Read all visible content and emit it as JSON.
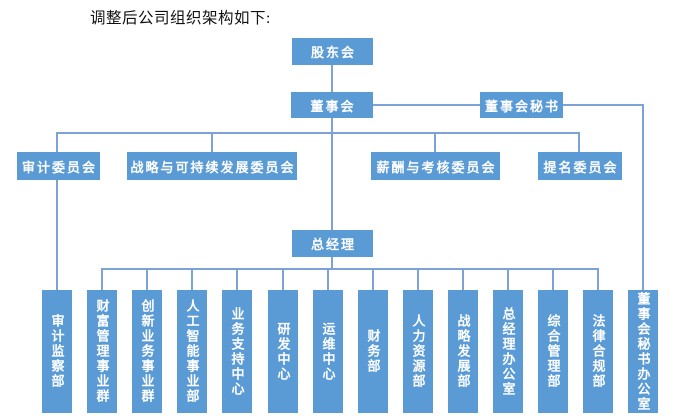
{
  "title": "调整后公司组织架构如下:",
  "diagram_type": "org-chart",
  "colors": {
    "box_fill": "#5b9bd5",
    "box_text": "#ffffff",
    "connector": "#7da3d6"
  },
  "nodes": {
    "shareholders": {
      "label": "股东会"
    },
    "board": {
      "label": "董事会"
    },
    "board_secretary": {
      "label": "董事会秘书"
    },
    "audit_committee": {
      "label": "审计委员会"
    },
    "strategy_committee": {
      "label": "战略与可持续发展委员会"
    },
    "compensation_committee": {
      "label": "薪酬与考核委员会"
    },
    "nomination_committee": {
      "label": "提名委员会"
    },
    "general_manager": {
      "label": "总经理"
    }
  },
  "departments": [
    {
      "label": "审计监察部",
      "parent": "审计委员会"
    },
    {
      "label": "财富管理事业群",
      "parent": "总经理"
    },
    {
      "label": "创新业务事业群",
      "parent": "总经理"
    },
    {
      "label": "人工智能事业部",
      "parent": "总经理"
    },
    {
      "label": "业务支持中心",
      "parent": "总经理"
    },
    {
      "label": "研发中心",
      "parent": "总经理"
    },
    {
      "label": "运维中心",
      "parent": "总经理"
    },
    {
      "label": "财务部",
      "parent": "总经理"
    },
    {
      "label": "人力资源部",
      "parent": "总经理"
    },
    {
      "label": "战略发展部",
      "parent": "总经理"
    },
    {
      "label": "总经理办公室",
      "parent": "总经理"
    },
    {
      "label": "综合管理部",
      "parent": "总经理"
    },
    {
      "label": "法律合规部",
      "parent": "总经理"
    },
    {
      "label": "董事会秘书办公室",
      "parent": "董事会秘书"
    }
  ]
}
